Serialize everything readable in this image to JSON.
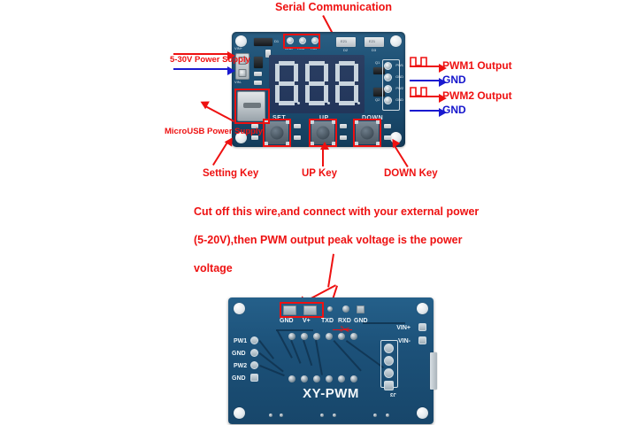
{
  "document": {
    "title": "XY-PWM module annotated wiring diagram",
    "background_color": "#ffffff",
    "annotation_color": "#ee1111",
    "annotation_color_secondary": "#1a1ad0"
  },
  "annotations": {
    "serial_communication": "Serial Communication",
    "power_supply": "5-30V Power Supply",
    "microusb": "MicroUSB Power Supply",
    "setting_key": "Setting Key",
    "up_key": "UP Key",
    "down_key": "DOWN Key",
    "pwm1_output": "PWM1 Output",
    "gnd_1": "GND",
    "pwm2_output": "PWM2 Output",
    "gnd_2": "GND"
  },
  "instructions": {
    "line1": "Cut off this wire,and connect with your external power",
    "line2": "(5-20V),then PWM output peak voltage is the power",
    "line3": "voltage"
  },
  "top_board": {
    "silkscreen": {
      "vin_plus": "VIN+",
      "vin_minus": "VIN-",
      "serial_gnd": "GND",
      "serial_rxd": "RXD",
      "serial_txd": "TXD",
      "d1": "D1",
      "d2": "D2",
      "d3": "D3",
      "e21_a": "E21",
      "e21_b": "E21",
      "q1": "Q1",
      "q2": "Q2",
      "set": "SET",
      "up": "UP",
      "down": "DOWN",
      "pw1": "PW1",
      "gnd_a": "GND",
      "pw2": "PW2",
      "gnd_b": "GND"
    },
    "display": {
      "digits": [
        "8",
        "8",
        "8"
      ],
      "segments_lit": false
    }
  },
  "bottom_board": {
    "title": "XY-PWM",
    "top_pads": [
      "GND",
      "V+"
    ],
    "serial_pads": [
      "TXD",
      "RXD",
      "GND"
    ],
    "left_pads": [
      "PW1",
      "GND",
      "PW2",
      "GND"
    ],
    "right_pads": [
      "VIN+",
      "VIN-"
    ],
    "connector": "J3",
    "cut_marker": "✂"
  }
}
